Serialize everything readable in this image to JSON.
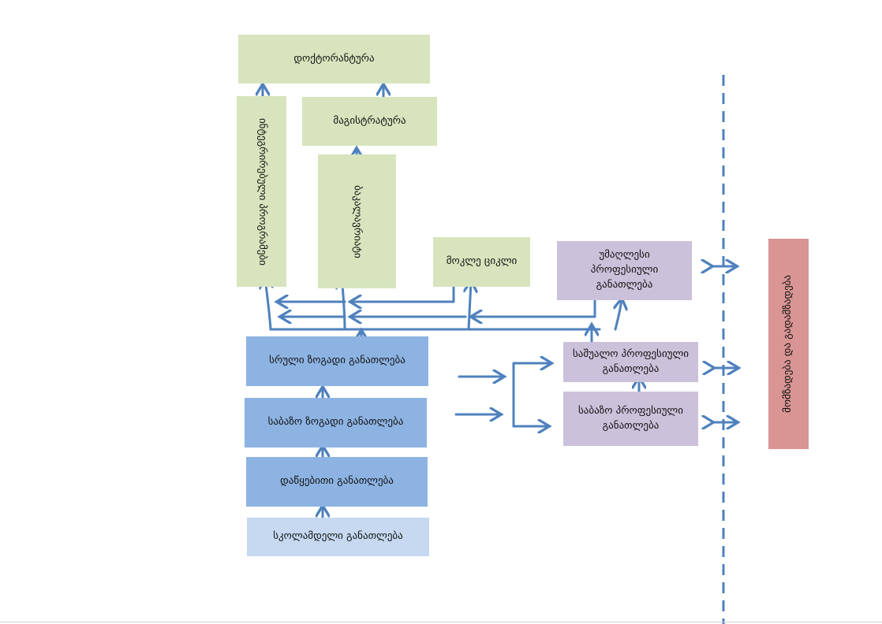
{
  "colors": {
    "green": "#d7e4bd",
    "blue": "#8db3e2",
    "light_blue": "#c6d9f1",
    "purple": "#ccc1da",
    "red": "#d99594",
    "arrow": "#4f81bd"
  },
  "boxes": {
    "doctorate": "დოქტორანტურა",
    "masters": "მაგისტრატურა",
    "integrated_programs": "ინტეგრირებული პროგრამები",
    "bachelors": "ბაკალავრიატი",
    "short_cycle": "მოკლე ციკლი",
    "higher_professional": "უმაღლესი პროფესიული განათლება",
    "secondary_complete": "სრული ზოგადი განათლება",
    "basic_general": "საბაზო ზოგადი განათლება",
    "primary": "დაწყებითი განათლება",
    "preschool": "სკოლამდელი განათლება",
    "middle_professional": "საშუალო პროფესიული განათლება",
    "basic_professional": "საბაზო პროფესიული განათლება",
    "training_retraining": "მომზადება და გადამზადება"
  }
}
